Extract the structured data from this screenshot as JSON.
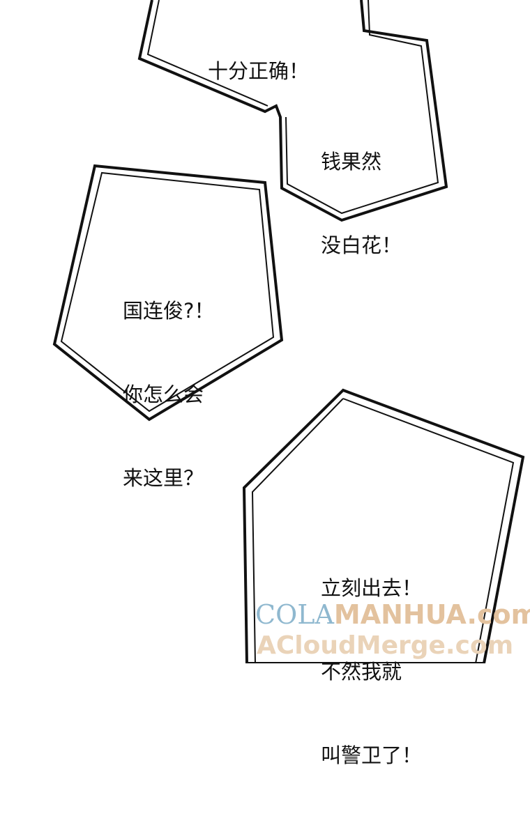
{
  "bubbles": [
    {
      "name": "bubble-1",
      "lines": [
        "十分正确！"
      ]
    },
    {
      "name": "bubble-2",
      "lines": [
        "钱果然",
        "没白花！"
      ]
    },
    {
      "name": "bubble-3",
      "lines": [
        "国连俊?！",
        "你怎么会",
        "来这里？"
      ]
    },
    {
      "name": "bubble-4",
      "lines": [
        "立刻出去！",
        "不然我就",
        "叫警卫了！"
      ]
    }
  ],
  "watermark": {
    "line1_a": "COLA",
    "line1_b": "MANHUA.com",
    "line2": "ACloudMerge.com"
  },
  "colors": {
    "ink": "#111111",
    "watermark_blue": "#8fb8cf",
    "watermark_orange": "#e8c9a8"
  }
}
